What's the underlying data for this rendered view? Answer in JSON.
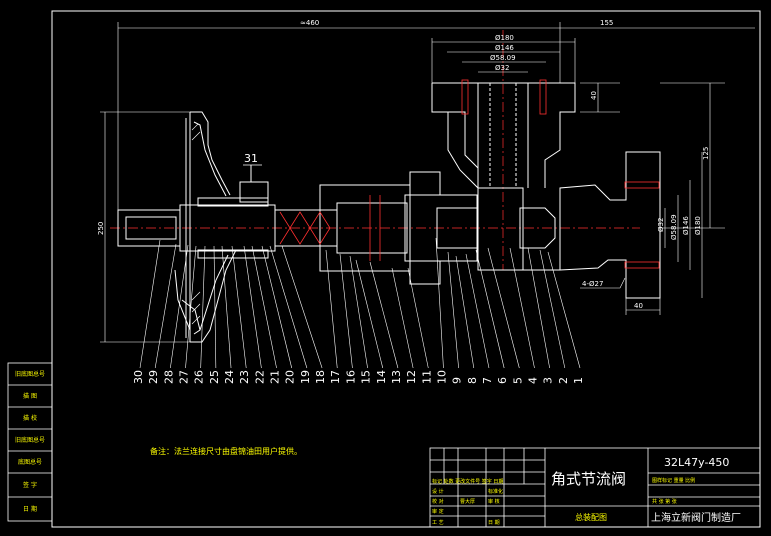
{
  "dimensions": {
    "overall_length": "≈460",
    "right_length": "155",
    "phi180": "Ø180",
    "phi146": "Ø146",
    "phi58": "Ø58.09",
    "phi32": "Ø32",
    "d40_top": "40",
    "d125": "125",
    "height_250": "250",
    "phi32_r": "Ø32",
    "phi58_r": "Ø58.09",
    "phi146_r": "Ø146",
    "phi180_r": "Ø180",
    "d40_bottom": "40",
    "holes": "4-Ø27"
  },
  "callout_31": "31",
  "part_numbers": [
    "30",
    "29",
    "28",
    "27",
    "26",
    "25",
    "24",
    "23",
    "22",
    "21",
    "20",
    "19",
    "18",
    "17",
    "16",
    "15",
    "14",
    "13",
    "12",
    "11",
    "10",
    "9",
    "8",
    "7",
    "6",
    "5",
    "4",
    "3",
    "2",
    "1"
  ],
  "note": "备注：法兰连接尺寸由盘锦油田用户提供。",
  "left_panel": [
    "旧底图总号",
    "描 图",
    "描 校",
    "旧底图总号",
    "底图总号",
    "签 字",
    "日 期"
  ],
  "title_block": {
    "title": "角式节流阀",
    "drawing_no": "32L47y-450",
    "subtitle": "总装配图",
    "company": "上海立新阀门制造厂",
    "rev_headers": "标记 处数 更改文件号 签字 日期",
    "row_design": "设 计",
    "row_std": "标准化",
    "row_check": "校 对",
    "designer": "曹大厚",
    "row_review": "审 核",
    "row_approve": "审 定",
    "row_process": "工 艺",
    "row_date": "日 期",
    "right_headers": "图样标记  重量  比例",
    "sheet_info": "共 张  第 张"
  }
}
